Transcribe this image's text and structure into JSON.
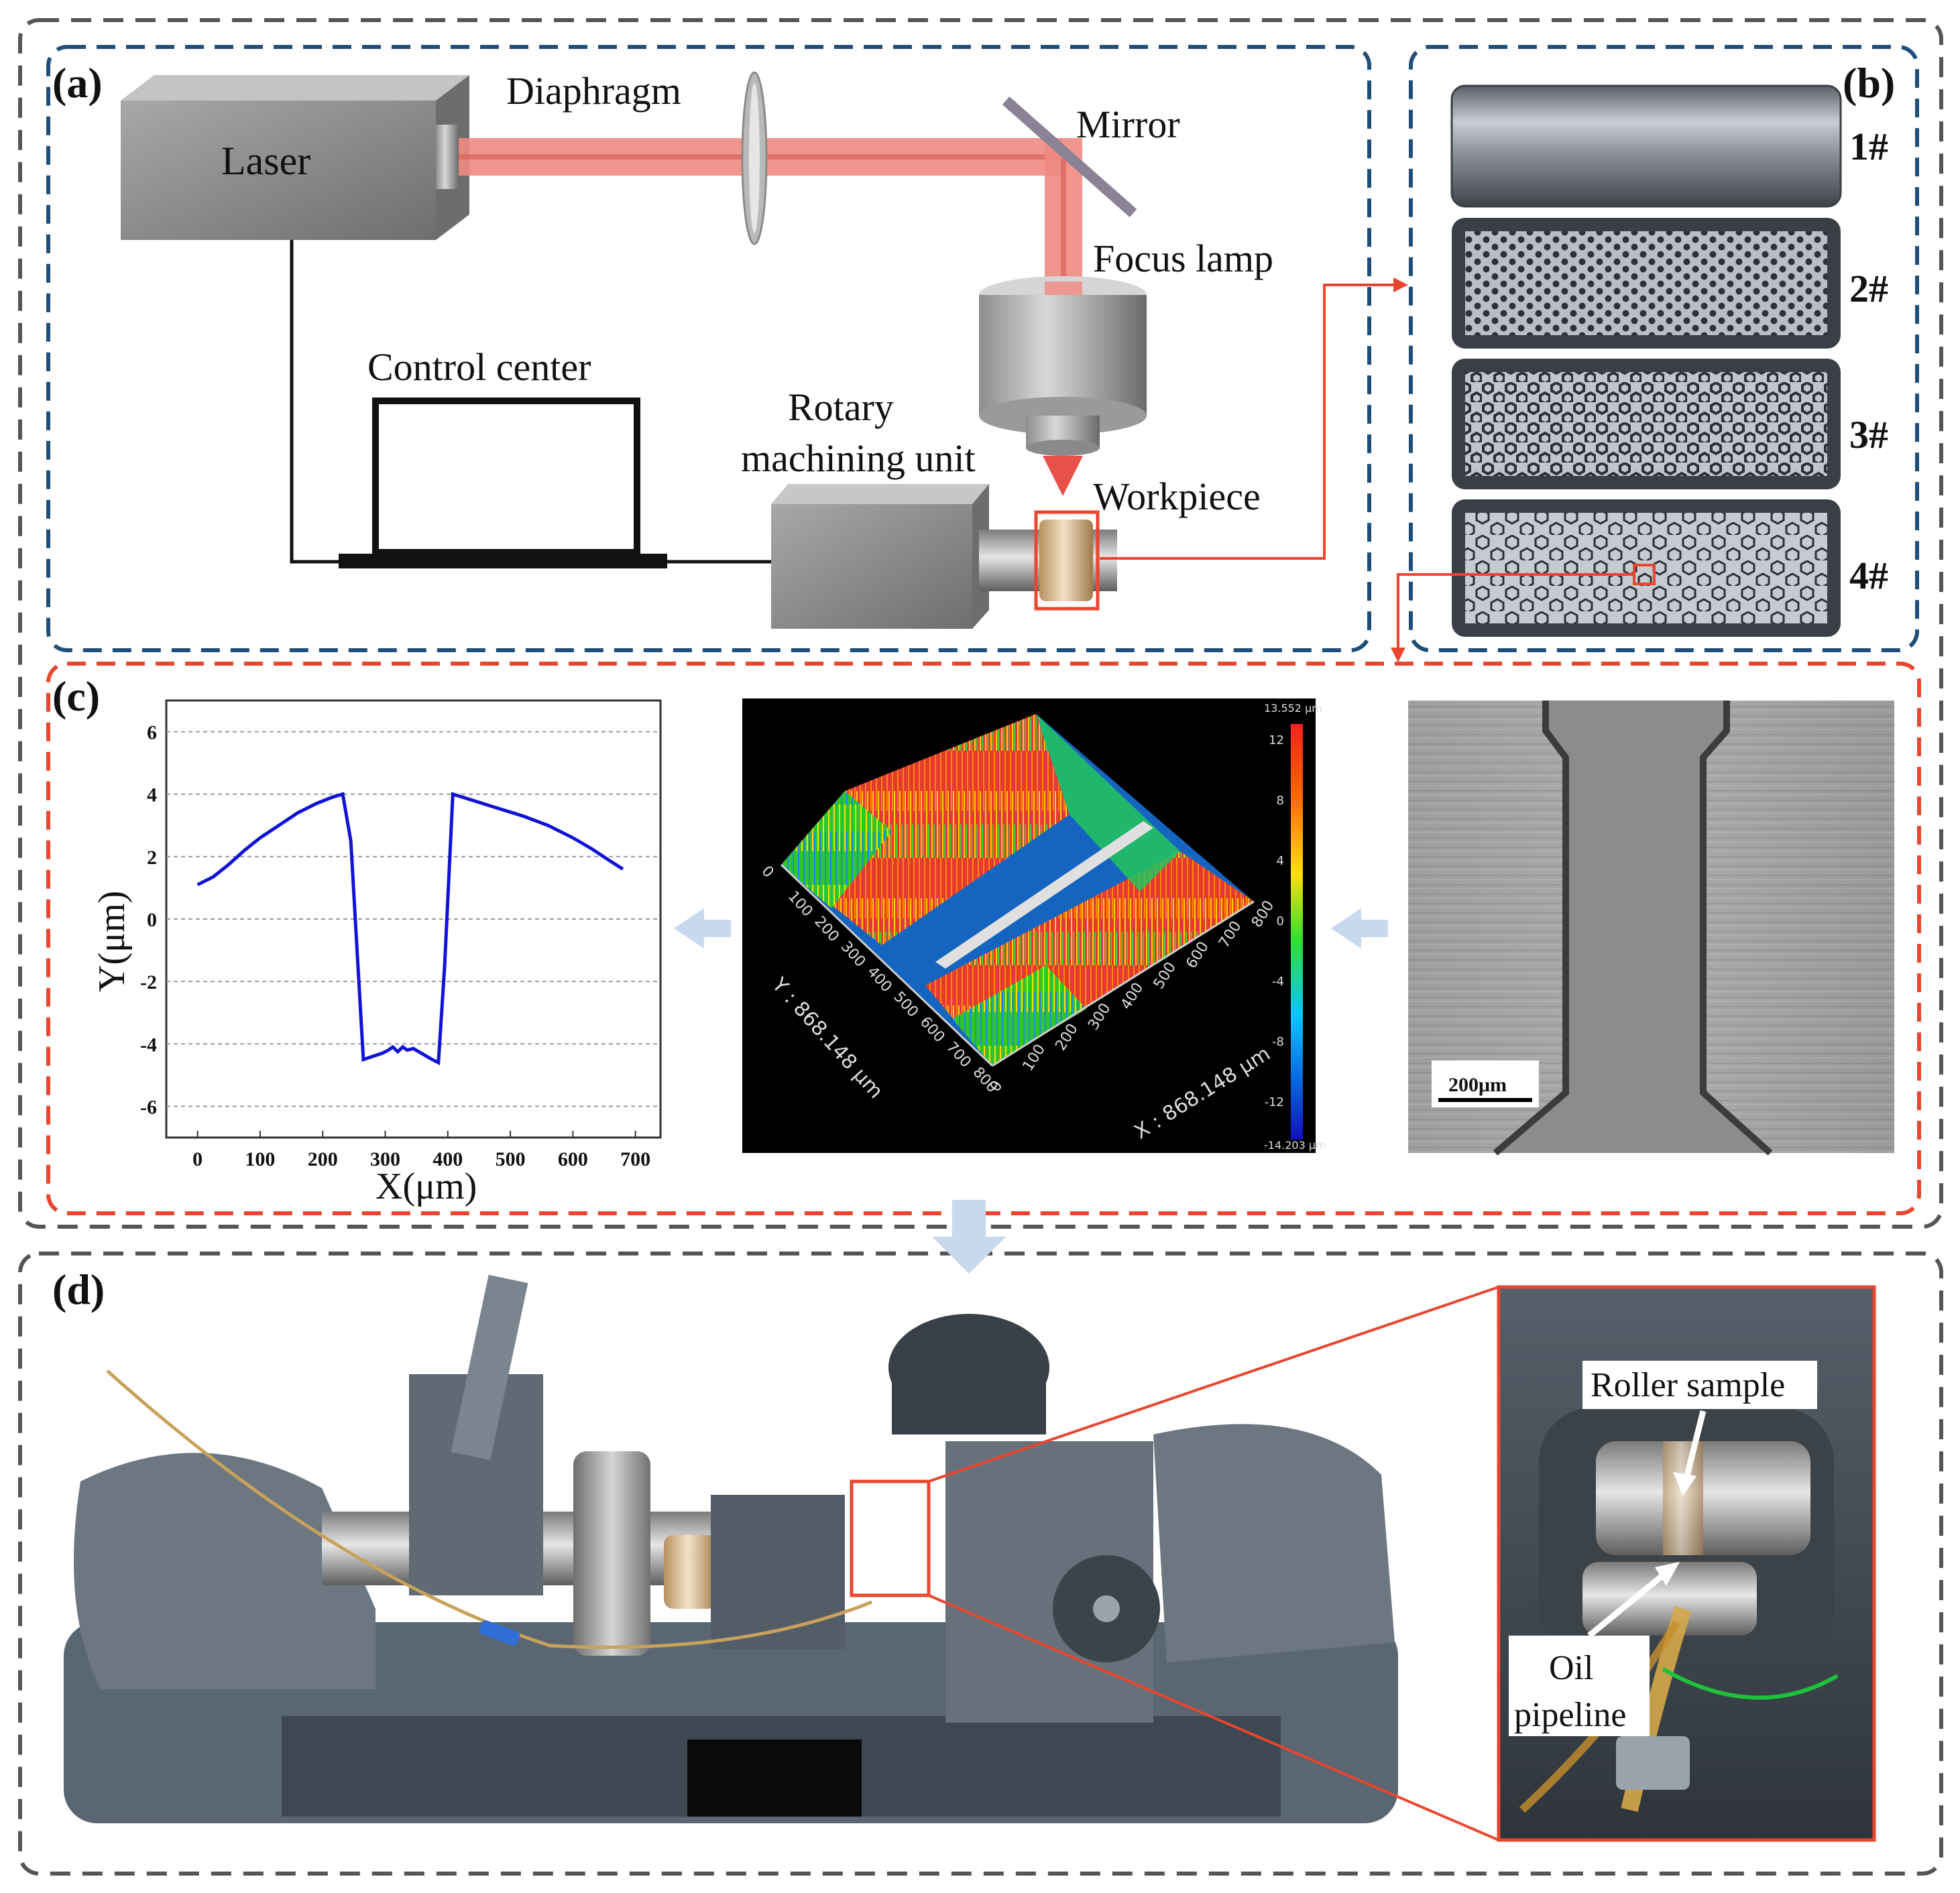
{
  "panel_labels": {
    "a": "(a)",
    "b": "(b)",
    "c": "(c)",
    "d": "(d)"
  },
  "panel_a": {
    "laser": "Laser",
    "diaphragm": "Diaphragm",
    "mirror": "Mirror",
    "focus_lamp": "Focus lamp",
    "control_center": "Control center",
    "rotary_line1": "Rotary",
    "rotary_line2": "machining unit",
    "workpiece": "Workpiece"
  },
  "panel_b": {
    "samples": [
      "1#",
      "2#",
      "3#",
      "4#"
    ]
  },
  "panel_c": {
    "colorbar_max": "13.552 μm",
    "colorbar_min": "-14.203 μm",
    "colorbar_ticks": [
      "12",
      "8",
      "4",
      "0",
      "-4",
      "-8",
      "-12"
    ],
    "axis_y_3d": "Y : 868.148 μm",
    "axis_x_3d": "X : 868.148 μm",
    "axis_ticks_3d": [
      "0",
      "100",
      "200",
      "300",
      "400",
      "500",
      "600",
      "700",
      "800"
    ],
    "scale_bar": "200μm"
  },
  "panel_d": {
    "roller_sample": "Roller sample",
    "oil_line1": "Oil",
    "oil_line2": "pipeline"
  },
  "colors": {
    "frame_gray": "#555555",
    "frame_blue": "#1f4e79",
    "frame_red": "#e8462f",
    "beam": "#ef8a82",
    "profile": "#1212d6",
    "machine": "#5a6672"
  },
  "chart_data": {
    "type": "line",
    "xlabel": "X(μm)",
    "ylabel": "Y(μm)",
    "xlim": [
      -50,
      740
    ],
    "ylim": [
      -7,
      7
    ],
    "xticks": [
      0,
      100,
      200,
      300,
      400,
      500,
      600,
      700
    ],
    "yticks": [
      6,
      4,
      2,
      0,
      -2,
      -4,
      -6
    ],
    "grid": "horizontal dashed",
    "series": [
      {
        "x": [
          0,
          25,
          50,
          75,
          100,
          130,
          160,
          190,
          215,
          232,
          245,
          255,
          265,
          280,
          295,
          305,
          312,
          320,
          328,
          335,
          345,
          358,
          375,
          385,
          395,
          408,
          440,
          480,
          520,
          560,
          600,
          630,
          660,
          680
        ],
        "values": [
          1.1,
          1.35,
          1.75,
          2.2,
          2.6,
          3.0,
          3.4,
          3.7,
          3.9,
          4.0,
          2.5,
          -1.0,
          -4.5,
          -4.4,
          -4.3,
          -4.2,
          -4.1,
          -4.25,
          -4.1,
          -4.2,
          -4.15,
          -4.3,
          -4.5,
          -4.6,
          -1.5,
          4.0,
          3.8,
          3.55,
          3.3,
          3.0,
          2.6,
          2.25,
          1.85,
          1.6
        ]
      }
    ]
  }
}
